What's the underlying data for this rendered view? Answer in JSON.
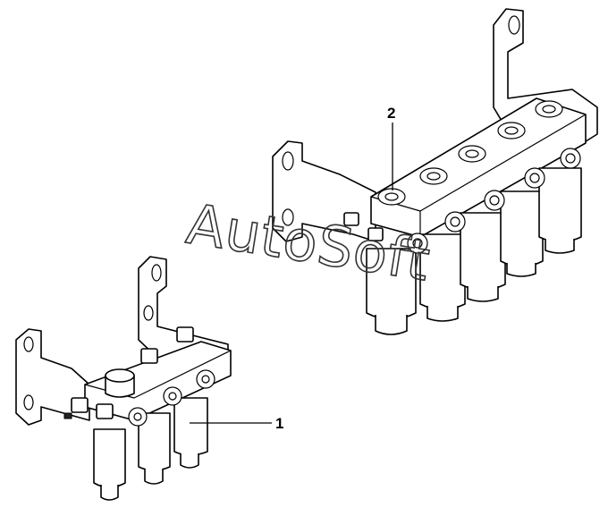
{
  "watermark": {
    "text": "AutoSoft"
  },
  "callouts": [
    {
      "id": "1",
      "label": "1"
    },
    {
      "id": "2",
      "label": "2"
    }
  ]
}
